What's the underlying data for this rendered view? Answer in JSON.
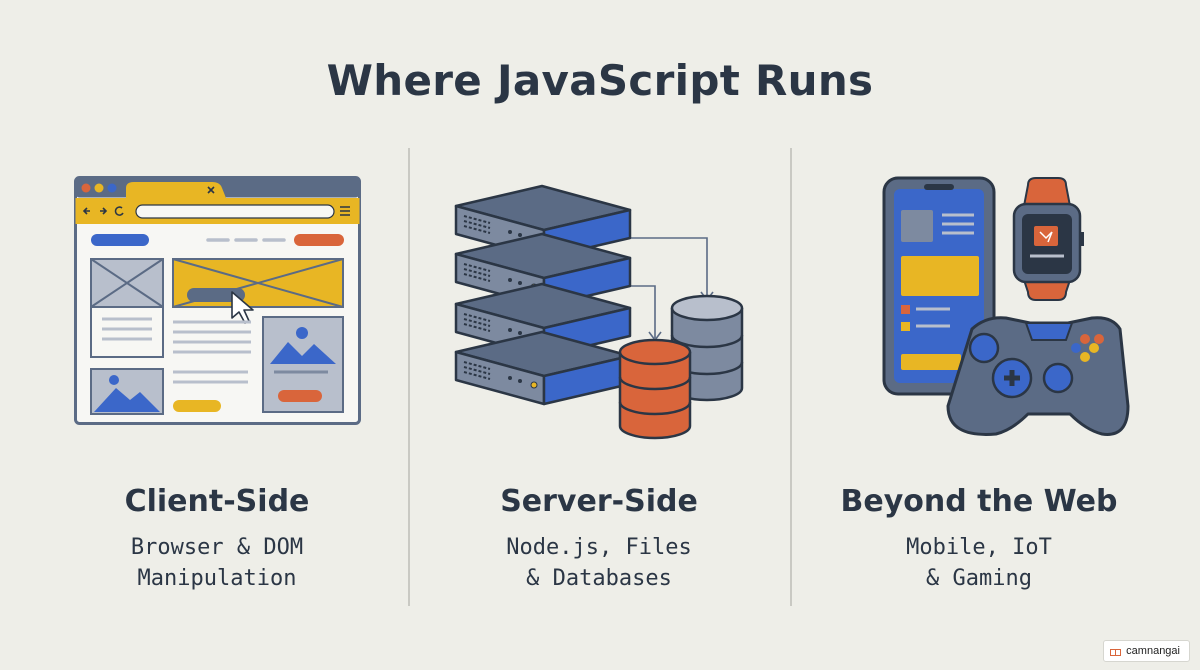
{
  "title": "Where JavaScript Runs",
  "columns": [
    {
      "heading": "Client-Side",
      "lines": [
        "Browser & DOM",
        "Manipulation"
      ]
    },
    {
      "heading": "Server-Side",
      "lines": [
        "Node.js, Files",
        "& Databases"
      ]
    },
    {
      "heading": "Beyond the Web",
      "lines": [
        "Mobile, IoT",
        "& Gaming"
      ]
    }
  ],
  "watermark": "camnangai",
  "colors": {
    "background": "#eeeee8",
    "navy": "#2b3645",
    "slate": "#5b6b85",
    "blue": "#3b67c9",
    "yellow": "#e8b624",
    "orange": "#d9653b"
  },
  "icons": [
    "browser-window-icon",
    "server-rack-icon",
    "database-icon",
    "smartphone-icon",
    "smartwatch-icon",
    "gamepad-icon"
  ]
}
